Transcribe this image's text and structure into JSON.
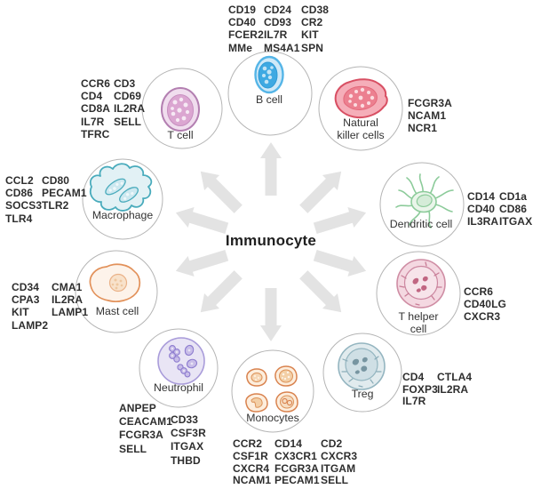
{
  "title": "Immunocyte",
  "colors": {
    "arrow": "#e3e3e3",
    "circle_outline": "#b5b5b5",
    "text": "#2e2e2e"
  },
  "cells": {
    "b_cell": {
      "label": "B cell",
      "accent": "#54b4e6",
      "markers": [
        [
          "CD19",
          "CD40",
          "FCER2",
          "MMe"
        ],
        [
          "CD24",
          "CD93",
          "IL7R",
          "MS4A1"
        ],
        [
          "CD38",
          "CR2",
          "KIT",
          "SPN"
        ]
      ]
    },
    "t_cell": {
      "label": "T cell",
      "accent": "#b47fb0",
      "markers": [
        [
          "CCR6",
          "CD4",
          "CD8A",
          "IL7R",
          "TFRC"
        ],
        [
          "CD3",
          "CD69",
          "IL2RA",
          "SELL"
        ]
      ]
    },
    "nk_cell": {
      "label": "Natural\nkiller cells",
      "accent": "#d84f63",
      "markers": [
        [
          "FCGR3A",
          "NCAM1",
          "NCR1"
        ]
      ]
    },
    "macrophage": {
      "label": "Macrophage",
      "accent": "#49abbc",
      "markers": [
        [
          "CCL2",
          "CD86",
          "SOCS3",
          "TLR4"
        ],
        [
          "CD80",
          "PECAM1",
          "TLR2"
        ]
      ]
    },
    "dendritic_cell": {
      "label": "Dendritic cell",
      "accent": "#8ccb9a",
      "markers": [
        [
          "CD14",
          "CD40",
          "IL3RA"
        ],
        [
          "CD1a",
          "CD86",
          "ITGAX"
        ]
      ]
    },
    "mast_cell": {
      "label": "Mast cell",
      "accent": "#e2915a",
      "markers": [
        [
          "CD34",
          "CPA3",
          "KIT",
          "LAMP2"
        ],
        [
          "CMA1",
          "IL2RA",
          "LAMP1"
        ]
      ]
    },
    "t_helper_cell": {
      "label": "T helper\ncell",
      "accent": "#cf8da4",
      "markers": [
        [
          "CCR6",
          "CD40LG",
          "CXCR3"
        ]
      ]
    },
    "neutrophil": {
      "label": "Neutrophil",
      "accent": "#a99cda",
      "markers": [
        [
          "ANPEP",
          "CEACAM1",
          "FCGR3A",
          "SELL"
        ],
        [
          "CD33",
          "CSF3R",
          "ITGAX",
          "THBD"
        ]
      ]
    },
    "monocytes": {
      "label": "Monocytes",
      "accent": "#d9834f",
      "markers": [
        [
          "CCR2",
          "CSF1R",
          "CXCR4",
          "NCAM1"
        ],
        [
          "CD14",
          "CX3CR1",
          "FCGR3A",
          "PECAM1"
        ],
        [
          "CD2",
          "CXCR3",
          "ITGAM",
          "SELL"
        ]
      ]
    },
    "treg": {
      "label": "Treg",
      "accent": "#94b5c0",
      "markers": [
        [
          "CD4",
          "FOXP3",
          "IL7R"
        ],
        [
          "CTLA4",
          "IL2RA"
        ]
      ]
    }
  }
}
